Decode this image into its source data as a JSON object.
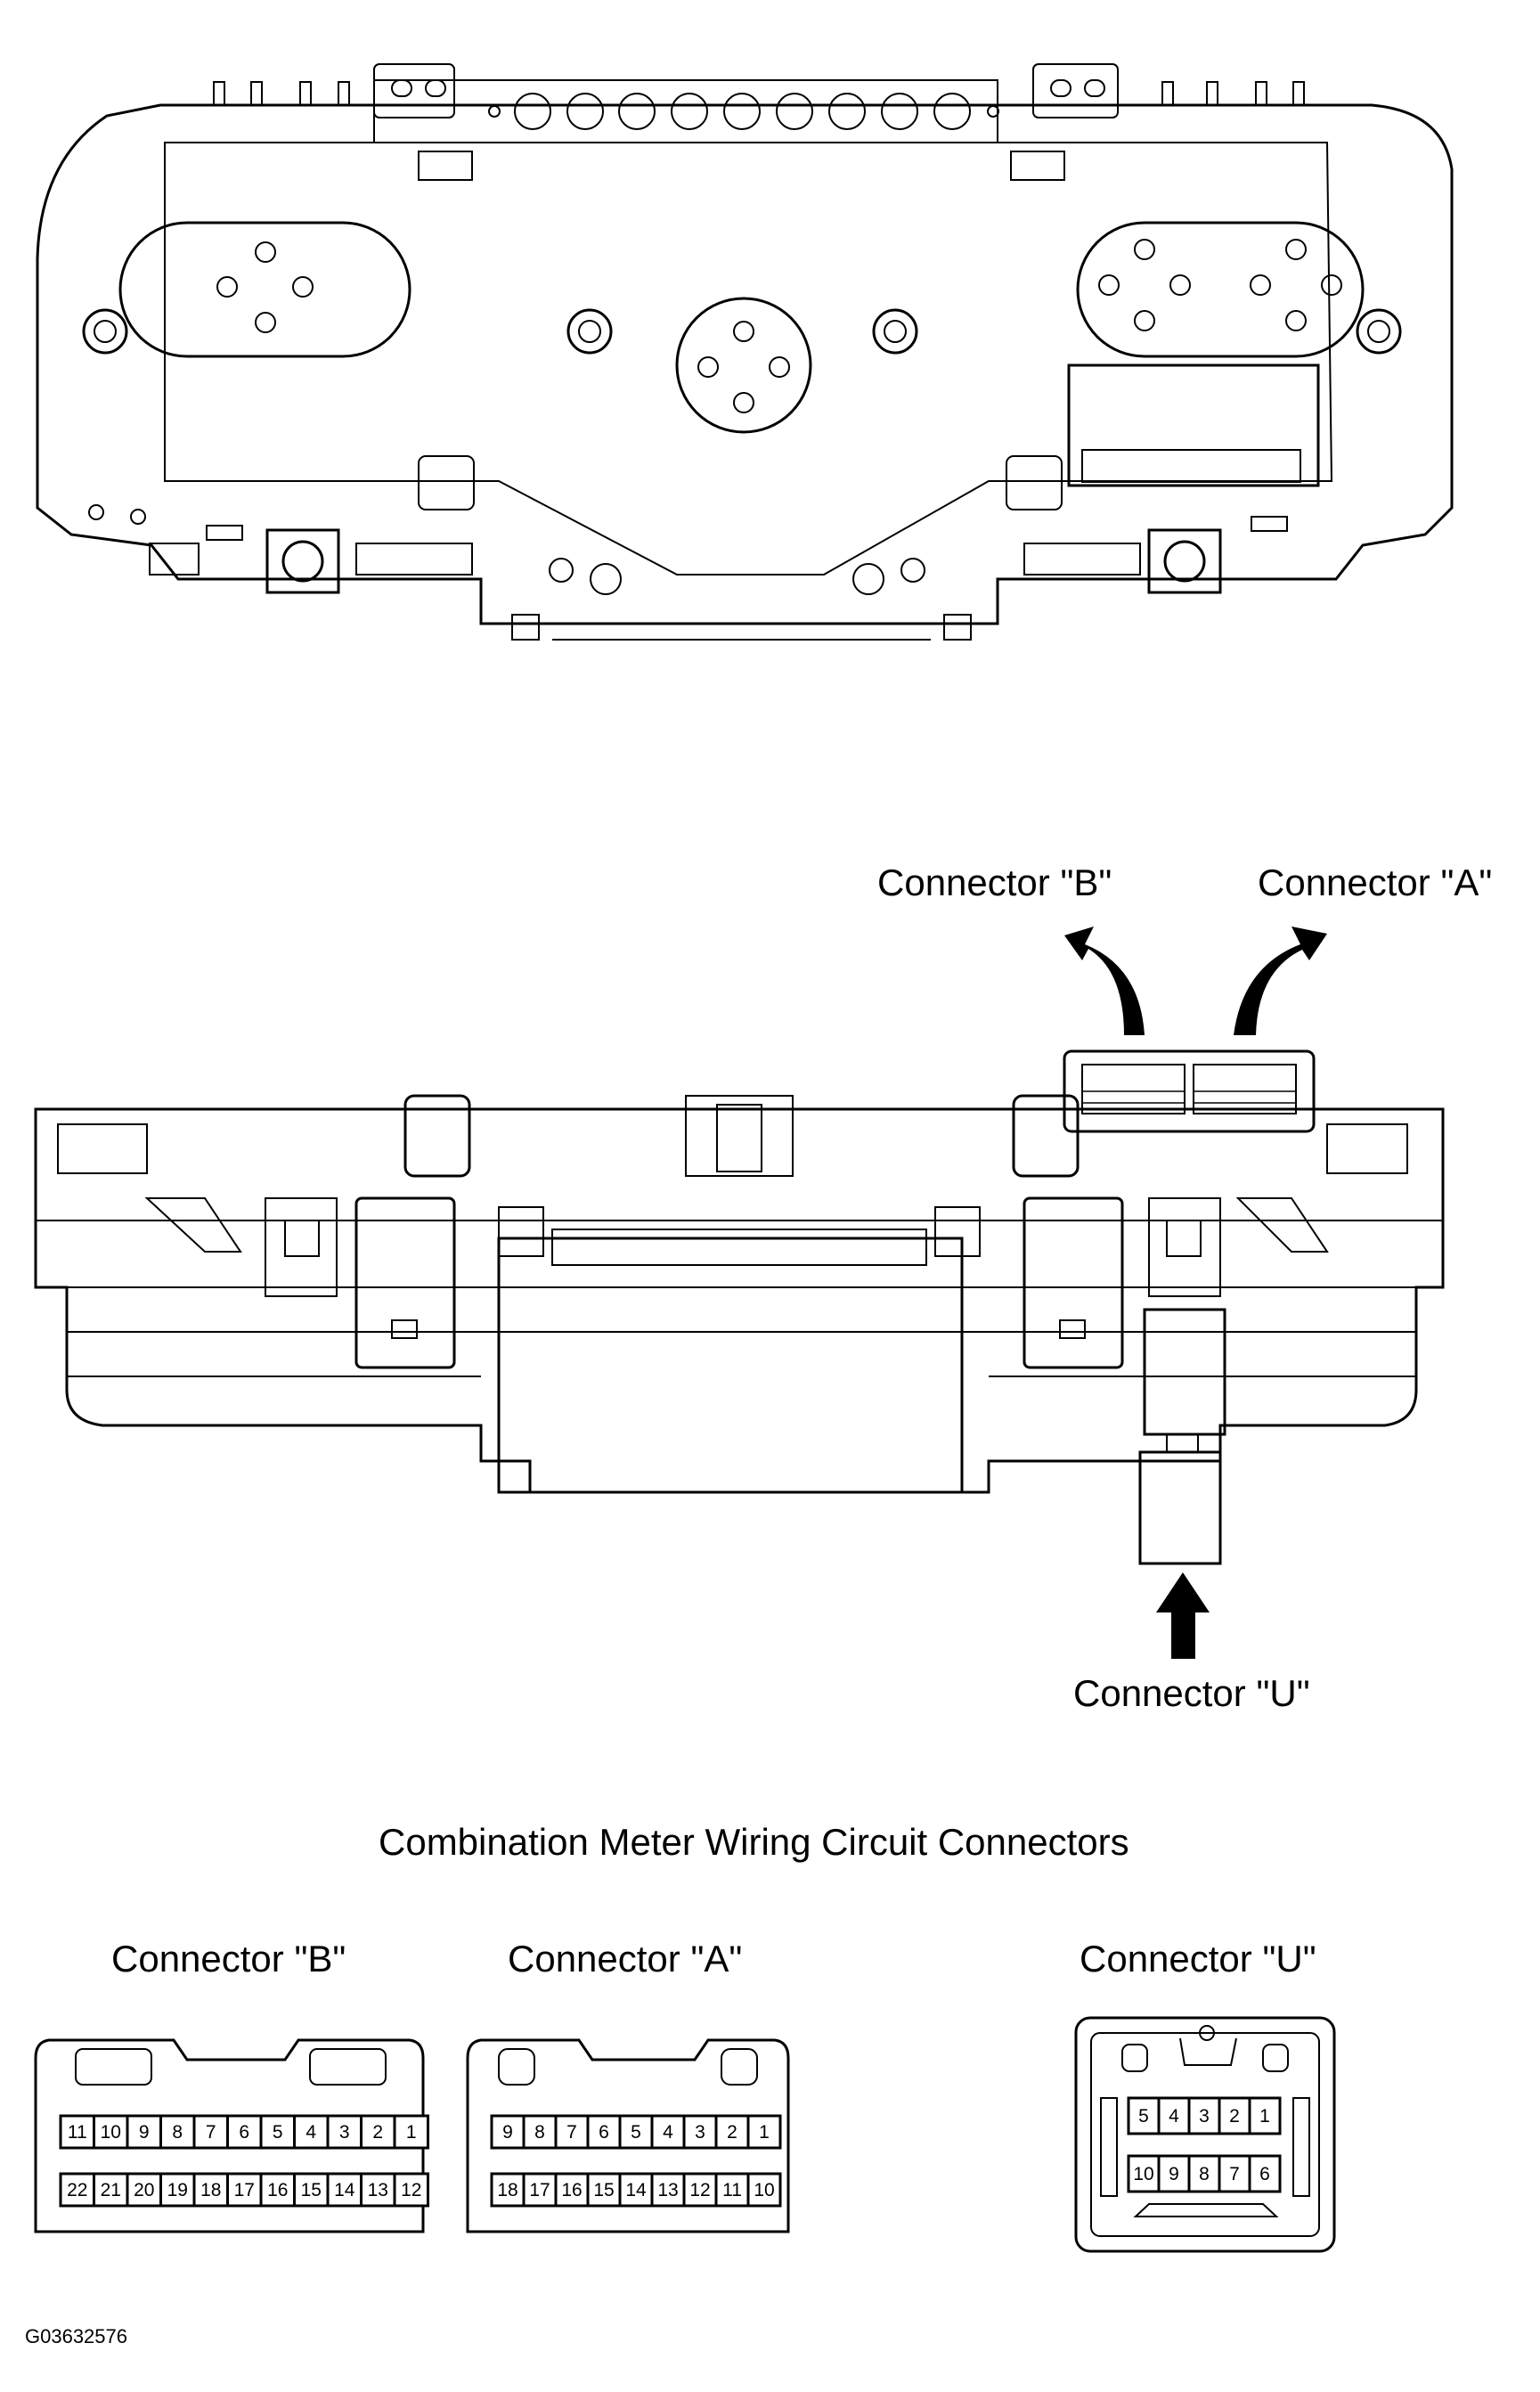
{
  "labels": {
    "top_connector_b": "Connector \"B\"",
    "top_connector_a": "Connector \"A\"",
    "connector_u": "Connector \"U\"",
    "title": "Combination Meter Wiring Circuit Connectors",
    "bottom_connector_b": "Connector \"B\"",
    "bottom_connector_a": "Connector \"A\"",
    "bottom_connector_u": "Connector \"U\"",
    "figure_code": "G03632576"
  },
  "connectors": {
    "B": {
      "top_row": [
        "11",
        "10",
        "9",
        "8",
        "7",
        "6",
        "5",
        "4",
        "3",
        "2",
        "1"
      ],
      "bottom_row": [
        "22",
        "21",
        "20",
        "19",
        "18",
        "17",
        "16",
        "15",
        "14",
        "13",
        "12"
      ]
    },
    "A": {
      "top_row": [
        "9",
        "8",
        "7",
        "6",
        "5",
        "4",
        "3",
        "2",
        "1"
      ],
      "bottom_row": [
        "18",
        "17",
        "16",
        "15",
        "14",
        "13",
        "12",
        "11",
        "10"
      ]
    },
    "U": {
      "top_row": [
        "5",
        "4",
        "3",
        "2",
        "1"
      ],
      "bottom_row": [
        "10",
        "9",
        "8",
        "7",
        "6"
      ]
    }
  }
}
